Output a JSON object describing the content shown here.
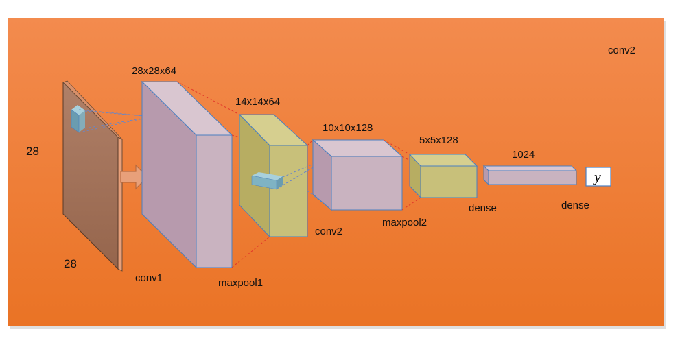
{
  "colors": {
    "background_top": "#f38b4e",
    "background_bottom": "#ea7325",
    "input_plane_face": "#a3735a",
    "input_plane_edge": "#e8a07a",
    "conv_block": "#c9b3c0",
    "conv_block_side": "#b79aad",
    "pool_block": "#c8c07a",
    "pool_block_side": "#b7ad62",
    "block_stroke": "#4a7fc0",
    "kernel": "#7fb3c3",
    "connector_red": "#e2372a",
    "connector_blue": "#6a86c6"
  },
  "labels": {
    "corner_label": "conv2",
    "input_height": "28",
    "input_width": "28",
    "conv1_dims": "28x28x64",
    "conv1_name": "conv1",
    "maxpool1_dims": "14x14x64",
    "maxpool1_name": "maxpool1",
    "conv2_dims": "10x10x128",
    "conv2_name": "conv2",
    "maxpool2_dims": "5x5x128",
    "maxpool2_name": "maxpool2",
    "dense1_dims": "1024",
    "dense1_name": "dense",
    "dense2_name": "dense",
    "output_symbol": "y"
  },
  "icons": {
    "flow_arrow": "right-arrow-icon"
  }
}
